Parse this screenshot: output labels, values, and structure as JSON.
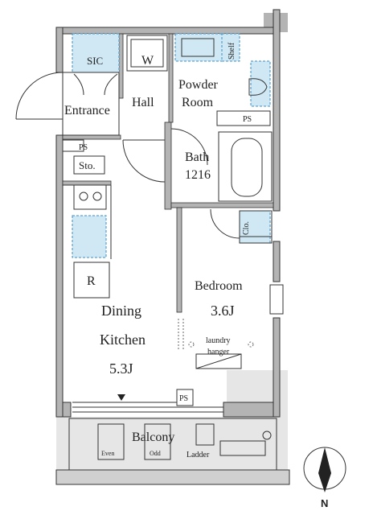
{
  "floor_plan": {
    "rooms": {
      "sic": "SIC",
      "w": "W",
      "shelf": "Shelf",
      "entrance": "Entrance",
      "hall": "Hall",
      "powder_room": [
        "Powder",
        "Room"
      ],
      "ps_upper": "PS",
      "ps_left": "PS",
      "ps_lower": "PS",
      "storage": "Sto.",
      "bath": [
        "Bath",
        "1216"
      ],
      "closet": "Clo.",
      "refrigerator": "R",
      "dining_kitchen": [
        "Dining",
        "Kitchen",
        "5.3J"
      ],
      "bedroom": [
        "Bedroom",
        "3.6J"
      ],
      "laundry_hanger": [
        "laundry",
        "hanger"
      ],
      "balcony": "Balcony",
      "even": "Even",
      "odd": "Odd",
      "ladder": "Ladder"
    },
    "compass": "N",
    "colors": {
      "wall": "#b4b4b4",
      "line": "#333333",
      "fixture_fill": "#cfe8f4",
      "fixture_dash": "#3a8fc9",
      "outdoor": "#e6e6e6"
    }
  }
}
